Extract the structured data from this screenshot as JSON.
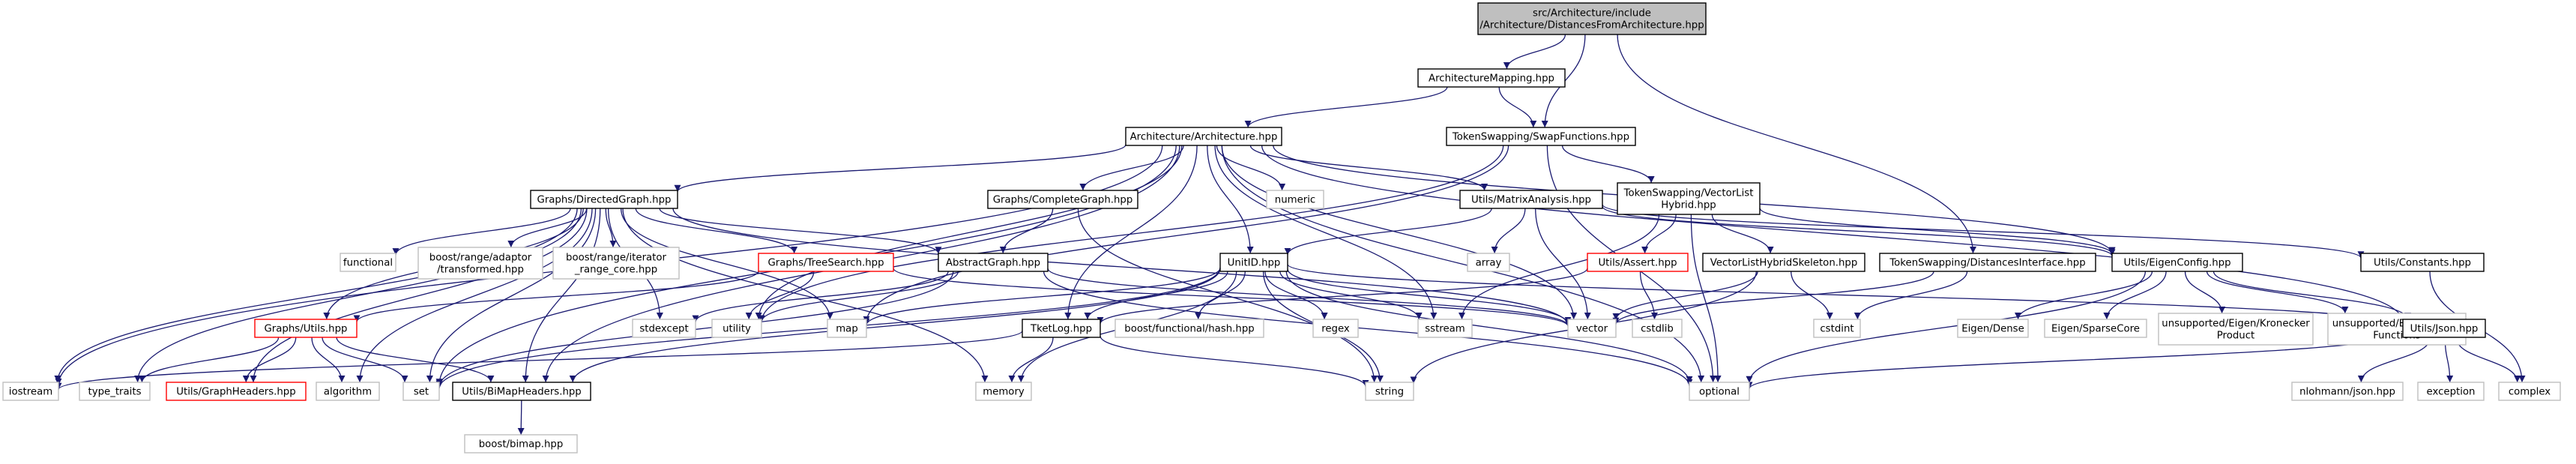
{
  "diagram": {
    "colors": {
      "root_fill": "#bfbfbf",
      "node_fill": "#ffffff",
      "node_border": "#000000",
      "external_border": "#bfbfbf",
      "truncated_border": "#ff0000",
      "edge": "#191970",
      "text": "#000000"
    },
    "nodes": [
      {
        "id": "root",
        "lines": [
          "src/Architecture/include",
          "/Architecture/DistancesFromArchitecture.hpp"
        ],
        "style": "root"
      },
      {
        "id": "archmapping",
        "lines": [
          "ArchitectureMapping.hpp"
        ],
        "style": "normal"
      },
      {
        "id": "architecture",
        "lines": [
          "Architecture/Architecture.hpp"
        ],
        "style": "normal"
      },
      {
        "id": "swapfunctions",
        "lines": [
          "TokenSwapping/SwapFunctions.hpp"
        ],
        "style": "normal"
      },
      {
        "id": "directedgraph",
        "lines": [
          "Graphs/DirectedGraph.hpp"
        ],
        "style": "normal"
      },
      {
        "id": "completegraph",
        "lines": [
          "Graphs/CompleteGraph.hpp"
        ],
        "style": "normal"
      },
      {
        "id": "matrixanalysis",
        "lines": [
          "Utils/MatrixAnalysis.hpp"
        ],
        "style": "normal"
      },
      {
        "id": "vectorlisthybrid",
        "lines": [
          "TokenSwapping/VectorList",
          "Hybrid.hpp"
        ],
        "style": "normal"
      },
      {
        "id": "functional",
        "lines": [
          "functional"
        ],
        "style": "external"
      },
      {
        "id": "adaptor",
        "lines": [
          "boost/range/adaptor",
          "/transformed.hpp"
        ],
        "style": "external"
      },
      {
        "id": "iterator",
        "lines": [
          "boost/range/iterator",
          "_range_core.hpp"
        ],
        "style": "external"
      },
      {
        "id": "treesearch",
        "lines": [
          "Graphs/TreeSearch.hpp"
        ],
        "style": "truncated"
      },
      {
        "id": "abstractgraph",
        "lines": [
          "AbstractGraph.hpp"
        ],
        "style": "normal"
      },
      {
        "id": "unitid",
        "lines": [
          "UnitID.hpp"
        ],
        "style": "normal"
      },
      {
        "id": "numeric",
        "lines": [
          "numeric"
        ],
        "style": "external"
      },
      {
        "id": "array",
        "lines": [
          "array"
        ],
        "style": "external"
      },
      {
        "id": "assert",
        "lines": [
          "Utils/Assert.hpp"
        ],
        "style": "truncated"
      },
      {
        "id": "skeleton",
        "lines": [
          "VectorListHybridSkeleton.hpp"
        ],
        "style": "normal"
      },
      {
        "id": "distiface",
        "lines": [
          "TokenSwapping/DistancesInterface.hpp"
        ],
        "style": "normal"
      },
      {
        "id": "eigenconfig",
        "lines": [
          "Utils/EigenConfig.hpp"
        ],
        "style": "normal"
      },
      {
        "id": "constants",
        "lines": [
          "Utils/Constants.hpp"
        ],
        "style": "normal"
      },
      {
        "id": "graphsutils",
        "lines": [
          "Graphs/Utils.hpp"
        ],
        "style": "truncated"
      },
      {
        "id": "stdexcept",
        "lines": [
          "stdexcept"
        ],
        "style": "external"
      },
      {
        "id": "utility",
        "lines": [
          "utility"
        ],
        "style": "external"
      },
      {
        "id": "map",
        "lines": [
          "map"
        ],
        "style": "external"
      },
      {
        "id": "boostfunc",
        "lines": [
          "boost/functional/hash.hpp"
        ],
        "style": "external"
      },
      {
        "id": "regex",
        "lines": [
          "regex"
        ],
        "style": "external"
      },
      {
        "id": "sstream",
        "lines": [
          "sstream"
        ],
        "style": "external"
      },
      {
        "id": "vector",
        "lines": [
          "vector"
        ],
        "style": "external"
      },
      {
        "id": "cstdlib",
        "lines": [
          "cstdlib"
        ],
        "style": "external"
      },
      {
        "id": "cstdint",
        "lines": [
          "cstdint"
        ],
        "style": "external"
      },
      {
        "id": "eigendense",
        "lines": [
          "Eigen/Dense"
        ],
        "style": "external"
      },
      {
        "id": "eigensparse",
        "lines": [
          "Eigen/SparseCore"
        ],
        "style": "external"
      },
      {
        "id": "kronecker",
        "lines": [
          "unsupported/Eigen/Kronecker",
          "Product"
        ],
        "style": "external"
      },
      {
        "id": "matrixfunc",
        "lines": [
          "unsupported/Eigen/Matrix",
          "Functions"
        ],
        "style": "external"
      },
      {
        "id": "json",
        "lines": [
          "Utils/Json.hpp"
        ],
        "style": "normal"
      },
      {
        "id": "tketlog",
        "lines": [
          "TketLog.hpp"
        ],
        "style": "normal"
      },
      {
        "id": "iostream",
        "lines": [
          "iostream"
        ],
        "style": "external"
      },
      {
        "id": "typetraits",
        "lines": [
          "type_traits"
        ],
        "style": "external"
      },
      {
        "id": "graphheaders",
        "lines": [
          "Utils/GraphHeaders.hpp"
        ],
        "style": "truncated"
      },
      {
        "id": "algorithm",
        "lines": [
          "algorithm"
        ],
        "style": "external"
      },
      {
        "id": "set",
        "lines": [
          "set"
        ],
        "style": "external"
      },
      {
        "id": "bimapheaders",
        "lines": [
          "Utils/BiMapHeaders.hpp"
        ],
        "style": "normal"
      },
      {
        "id": "memory",
        "lines": [
          "memory"
        ],
        "style": "external"
      },
      {
        "id": "string",
        "lines": [
          "string"
        ],
        "style": "external"
      },
      {
        "id": "optional",
        "lines": [
          "optional"
        ],
        "style": "external"
      },
      {
        "id": "nlohmann",
        "lines": [
          "nlohmann/json.hpp"
        ],
        "style": "external"
      },
      {
        "id": "exception",
        "lines": [
          "exception"
        ],
        "style": "external"
      },
      {
        "id": "complex",
        "lines": [
          "complex"
        ],
        "style": "external"
      },
      {
        "id": "bimap",
        "lines": [
          "boost/bimap.hpp"
        ],
        "style": "external"
      }
    ],
    "edges": [
      [
        "root",
        "archmapping"
      ],
      [
        "root",
        "swapfunctions"
      ],
      [
        "root",
        "distiface"
      ],
      [
        "archmapping",
        "architecture"
      ],
      [
        "archmapping",
        "swapfunctions"
      ],
      [
        "architecture",
        "directedgraph"
      ],
      [
        "architecture",
        "completegraph"
      ],
      [
        "architecture",
        "matrixanalysis"
      ],
      [
        "architecture",
        "unitid"
      ],
      [
        "architecture",
        "numeric"
      ],
      [
        "architecture",
        "vector"
      ],
      [
        "architecture",
        "eigenconfig"
      ],
      [
        "architecture",
        "json"
      ],
      [
        "architecture",
        "tketlog"
      ],
      [
        "architecture",
        "iostream"
      ],
      [
        "architecture",
        "set"
      ],
      [
        "architecture",
        "utility"
      ],
      [
        "architecture",
        "sstream"
      ],
      [
        "architecture",
        "bimapheaders"
      ],
      [
        "architecture",
        "optional"
      ],
      [
        "swapfunctions",
        "vectorlisthybrid"
      ],
      [
        "swapfunctions",
        "optional"
      ],
      [
        "swapfunctions",
        "utility"
      ],
      [
        "swapfunctions",
        "map"
      ],
      [
        "directedgraph",
        "functional"
      ],
      [
        "directedgraph",
        "adaptor"
      ],
      [
        "directedgraph",
        "iterator"
      ],
      [
        "directedgraph",
        "treesearch"
      ],
      [
        "directedgraph",
        "abstractgraph"
      ],
      [
        "directedgraph",
        "graphsutils"
      ],
      [
        "directedgraph",
        "stdexcept"
      ],
      [
        "directedgraph",
        "iostream"
      ],
      [
        "directedgraph",
        "typetraits"
      ],
      [
        "directedgraph",
        "graphheaders"
      ],
      [
        "directedgraph",
        "algorithm"
      ],
      [
        "directedgraph",
        "set"
      ],
      [
        "directedgraph",
        "bimapheaders"
      ],
      [
        "directedgraph",
        "memory"
      ],
      [
        "directedgraph",
        "vector"
      ],
      [
        "directedgraph",
        "map"
      ],
      [
        "completegraph",
        "abstractgraph"
      ],
      [
        "completegraph",
        "string"
      ],
      [
        "matrixanalysis",
        "array"
      ],
      [
        "matrixanalysis",
        "unitid"
      ],
      [
        "matrixanalysis",
        "vector"
      ],
      [
        "matrixanalysis",
        "eigenconfig"
      ],
      [
        "matrixanalysis",
        "constants"
      ],
      [
        "vectorlisthybrid",
        "assert"
      ],
      [
        "vectorlisthybrid",
        "skeleton"
      ],
      [
        "vectorlisthybrid",
        "eigenconfig"
      ],
      [
        "vectorlisthybrid",
        "sstream"
      ],
      [
        "vectorlisthybrid",
        "optional"
      ],
      [
        "treesearch",
        "graphsutils"
      ],
      [
        "treesearch",
        "utility"
      ],
      [
        "treesearch",
        "vector"
      ],
      [
        "abstractgraph",
        "set"
      ],
      [
        "abstractgraph",
        "optional"
      ],
      [
        "abstractgraph",
        "vector"
      ],
      [
        "abstractgraph",
        "utility"
      ],
      [
        "abstractgraph",
        "stdexcept"
      ],
      [
        "unitid",
        "boostfunc"
      ],
      [
        "unitid",
        "regex"
      ],
      [
        "unitid",
        "sstream"
      ],
      [
        "unitid",
        "string"
      ],
      [
        "unitid",
        "vector"
      ],
      [
        "unitid",
        "json"
      ],
      [
        "unitid",
        "tketlog"
      ],
      [
        "unitid",
        "map"
      ],
      [
        "unitid",
        "memory"
      ],
      [
        "unitid",
        "set"
      ],
      [
        "unitid",
        "bimapheaders"
      ],
      [
        "unitid",
        "optional"
      ],
      [
        "assert",
        "cstdlib"
      ],
      [
        "assert",
        "tketlog"
      ],
      [
        "skeleton",
        "cstdint"
      ],
      [
        "skeleton",
        "vector"
      ],
      [
        "skeleton",
        "string"
      ],
      [
        "distiface",
        "cstdint"
      ],
      [
        "distiface",
        "vector"
      ],
      [
        "eigenconfig",
        "eigendense"
      ],
      [
        "eigenconfig",
        "eigensparse"
      ],
      [
        "eigenconfig",
        "kronecker"
      ],
      [
        "eigenconfig",
        "matrixfunc"
      ],
      [
        "eigenconfig",
        "json"
      ],
      [
        "eigenconfig",
        "optional"
      ],
      [
        "constants",
        "complex"
      ],
      [
        "graphsutils",
        "typetraits"
      ],
      [
        "graphsutils",
        "graphheaders"
      ],
      [
        "graphsutils",
        "algorithm"
      ],
      [
        "graphsutils",
        "set"
      ],
      [
        "graphsutils",
        "bimapheaders"
      ],
      [
        "tketlog",
        "memory"
      ],
      [
        "tketlog",
        "string"
      ],
      [
        "tketlog",
        "iostream"
      ],
      [
        "json",
        "nlohmann"
      ],
      [
        "json",
        "exception"
      ],
      [
        "json",
        "complex"
      ],
      [
        "json",
        "optional"
      ],
      [
        "bimapheaders",
        "bimap"
      ]
    ]
  }
}
